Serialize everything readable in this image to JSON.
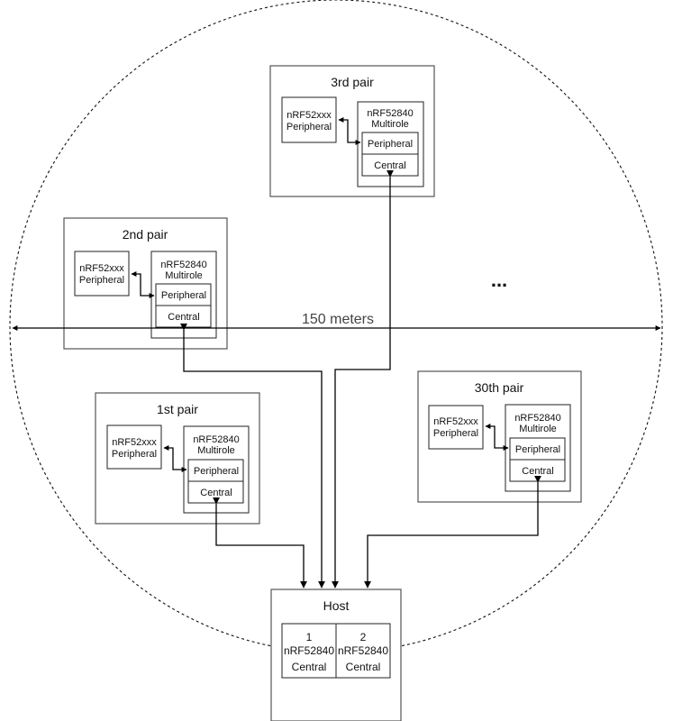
{
  "range_label": "150 meters",
  "ellipsis": "...",
  "pairs": [
    {
      "title": "3rd pair",
      "peripheral_device": [
        "nRF52xxx",
        "Peripheral"
      ],
      "multirole": [
        "nRF52840",
        "Multirole"
      ],
      "roles": [
        "Peripheral",
        "Central"
      ]
    },
    {
      "title": "2nd pair",
      "peripheral_device": [
        "nRF52xxx",
        "Peripheral"
      ],
      "multirole": [
        "nRF52840",
        "Multirole"
      ],
      "roles": [
        "Peripheral",
        "Central"
      ]
    },
    {
      "title": "1st pair",
      "peripheral_device": [
        "nRF52xxx",
        "Peripheral"
      ],
      "multirole": [
        "nRF52840",
        "Multirole"
      ],
      "roles": [
        "Peripheral",
        "Central"
      ]
    },
    {
      "title": "30th pair",
      "peripheral_device": [
        "nRF52xxx",
        "Peripheral"
      ],
      "multirole": [
        "nRF52840",
        "Multirole"
      ],
      "roles": [
        "Peripheral",
        "Central"
      ]
    }
  ],
  "host": {
    "title": "Host",
    "centrals": [
      {
        "number": "1",
        "device": "nRF52840",
        "role": "Central"
      },
      {
        "number": "2",
        "device": "nRF52840",
        "role": "Central"
      }
    ]
  }
}
